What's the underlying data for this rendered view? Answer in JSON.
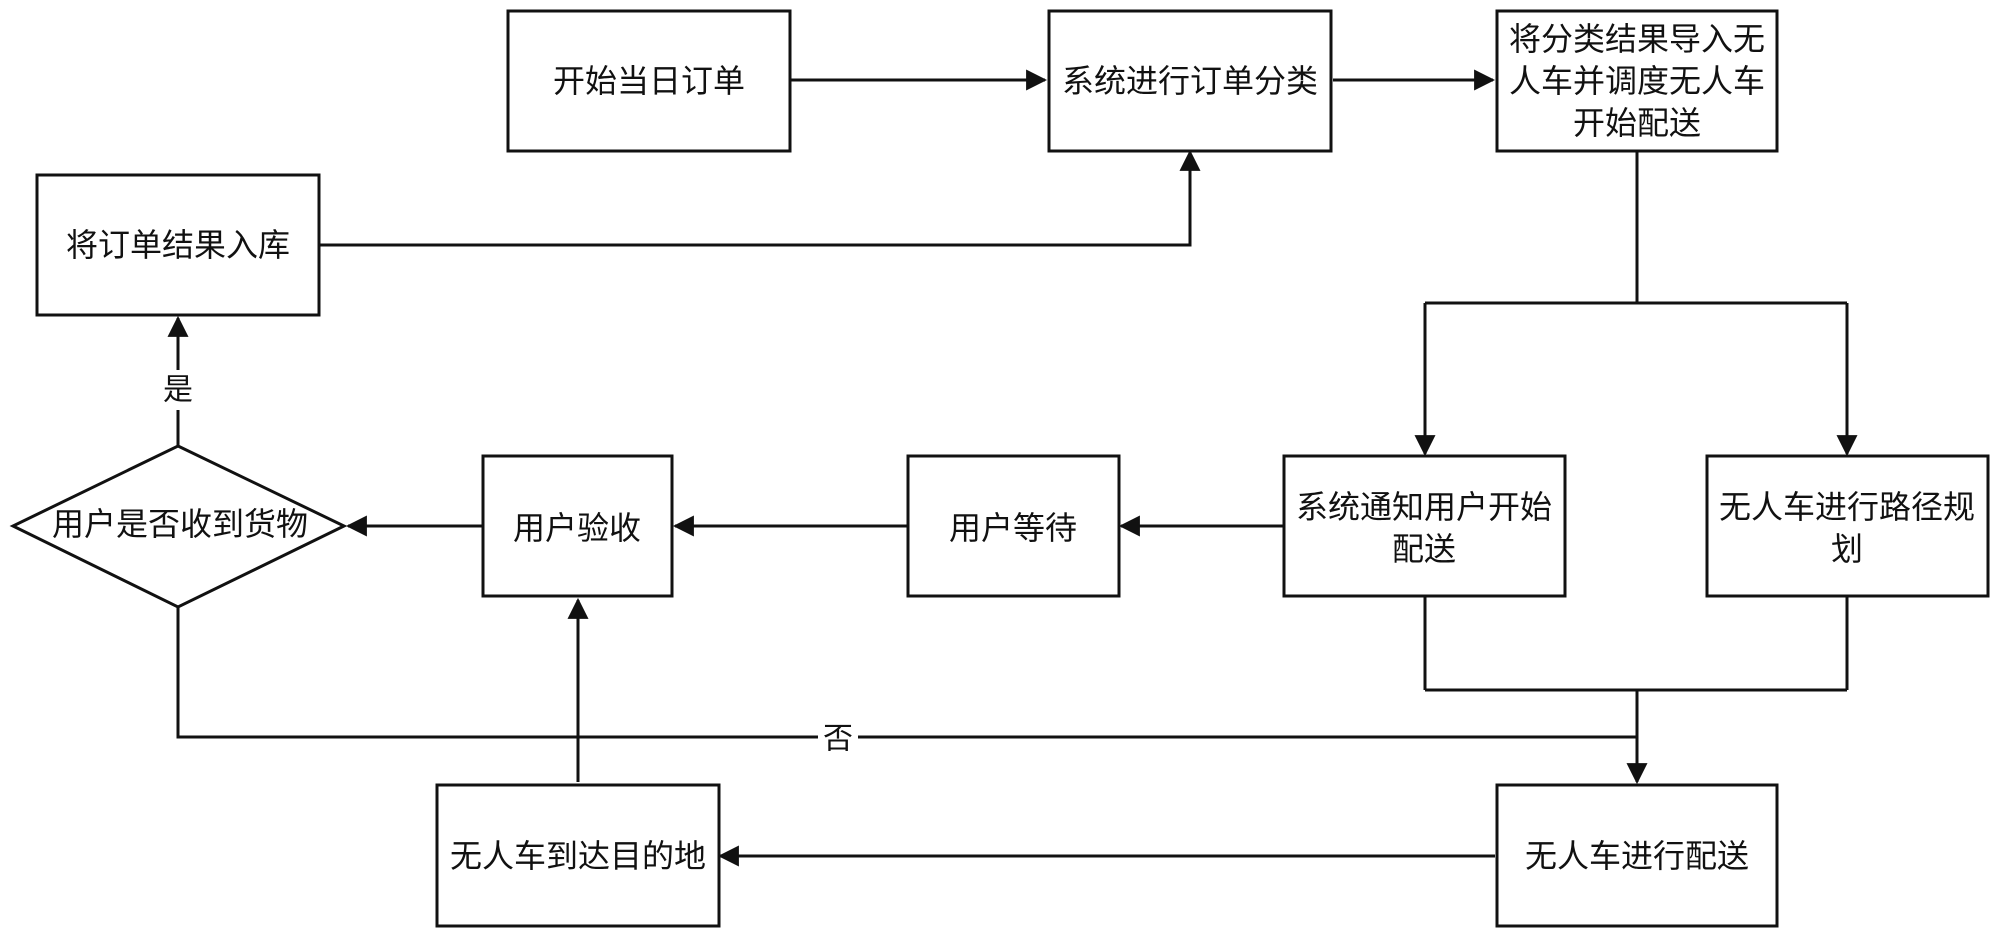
{
  "nodes": {
    "start_orders": {
      "lines": [
        "开始当日订单"
      ]
    },
    "classify_orders": {
      "lines": [
        "系统进行订单分类"
      ]
    },
    "import_dispatch": {
      "lines": [
        "将分类结果导入无",
        "人车并调度无人车",
        "开始配送"
      ]
    },
    "store_results": {
      "lines": [
        "将订单结果入库"
      ]
    },
    "notify_user": {
      "lines": [
        "系统通知用户开始",
        "配送"
      ]
    },
    "route_planning": {
      "lines": [
        "无人车进行路径规",
        "划"
      ]
    },
    "user_waits": {
      "lines": [
        "用户等待"
      ]
    },
    "user_accepts": {
      "lines": [
        "用户验收"
      ]
    },
    "received_decision": {
      "lines": [
        "用户是否收到货物"
      ]
    },
    "arrive_destination": {
      "lines": [
        "无人车到达目的地"
      ]
    },
    "vehicle_delivers": {
      "lines": [
        "无人车进行配送"
      ]
    }
  },
  "edge_labels": {
    "yes": "是",
    "no": "否"
  },
  "colors": {
    "stroke": "#111111",
    "background": "#ffffff"
  }
}
